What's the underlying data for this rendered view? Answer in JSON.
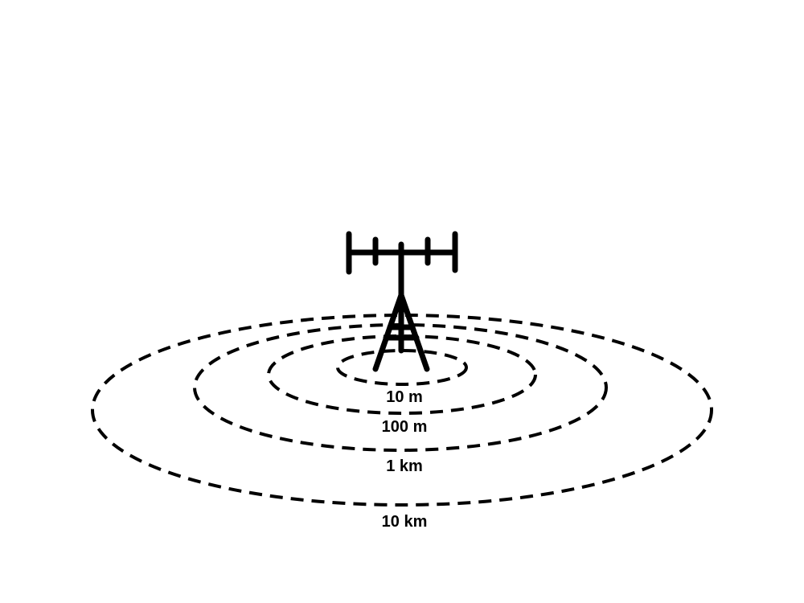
{
  "diagram": {
    "icon": "antenna-tower-icon",
    "line_color": "#000000",
    "background": "#ffffff",
    "rings": [
      {
        "label": "10 m"
      },
      {
        "label": "100 m"
      },
      {
        "label": "1 km"
      },
      {
        "label": "10 km"
      }
    ]
  }
}
